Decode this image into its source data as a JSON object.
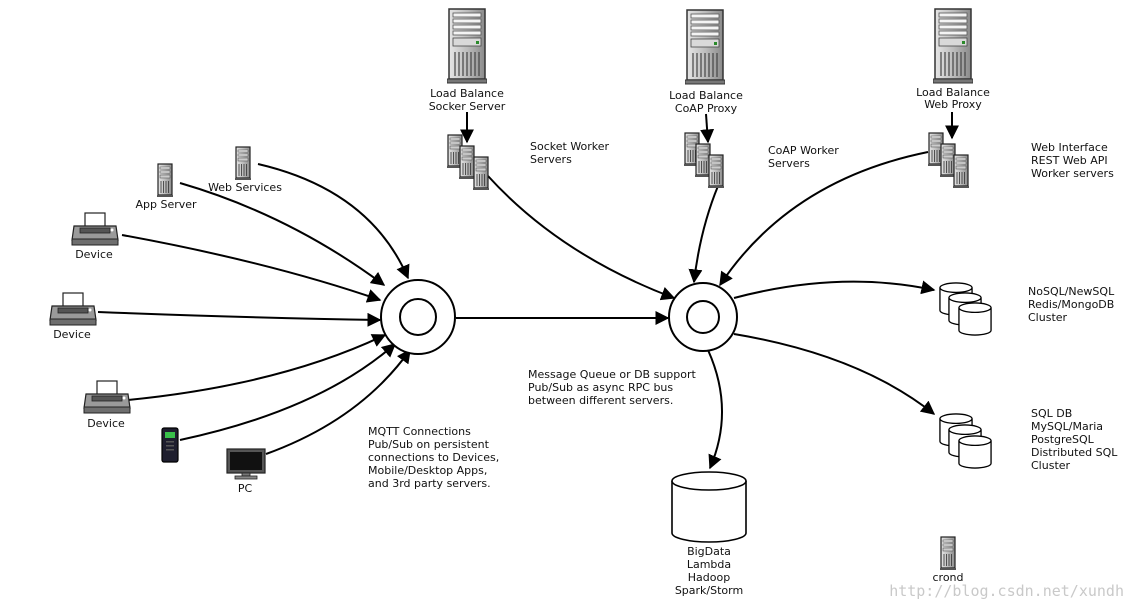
{
  "servers": {
    "lb_socket": [
      "Load Balance",
      "Socker Server"
    ],
    "lb_coap": [
      "Load Balance",
      "CoAP Proxy"
    ],
    "lb_web": [
      "Load Balance",
      "Web Proxy"
    ]
  },
  "workers": {
    "socket": [
      "Socket Worker",
      "Servers"
    ],
    "coap": [
      "CoAP Worker",
      "Servers"
    ],
    "web": [
      "Web Interface",
      "REST Web API",
      "Worker servers"
    ]
  },
  "clients": {
    "web_services": "Web Services",
    "app_server": "App Server",
    "device_1": "Device",
    "device_2": "Device",
    "device_3": "Device",
    "pc": "PC"
  },
  "notes": {
    "mqtt": [
      "MQTT Connections",
      "Pub/Sub on persistent",
      "connections to Devices,",
      "Mobile/Desktop Apps,",
      "and 3rd party servers."
    ],
    "mq": [
      "Message Queue or DB support",
      "Pub/Sub as async RPC bus",
      "between different servers."
    ]
  },
  "storage": {
    "nosql": [
      "NoSQL/NewSQL",
      "Redis/MongoDB",
      "Cluster"
    ],
    "sql": [
      "SQL DB",
      "MySQL/Maria",
      "PostgreSQL",
      "Distributed SQL",
      "Cluster"
    ],
    "bigdata": [
      "BigData",
      "Lambda",
      "Hadoop",
      "Spark/Storm"
    ]
  },
  "crond": "crond",
  "watermark": "http://blog.csdn.net/xundh"
}
